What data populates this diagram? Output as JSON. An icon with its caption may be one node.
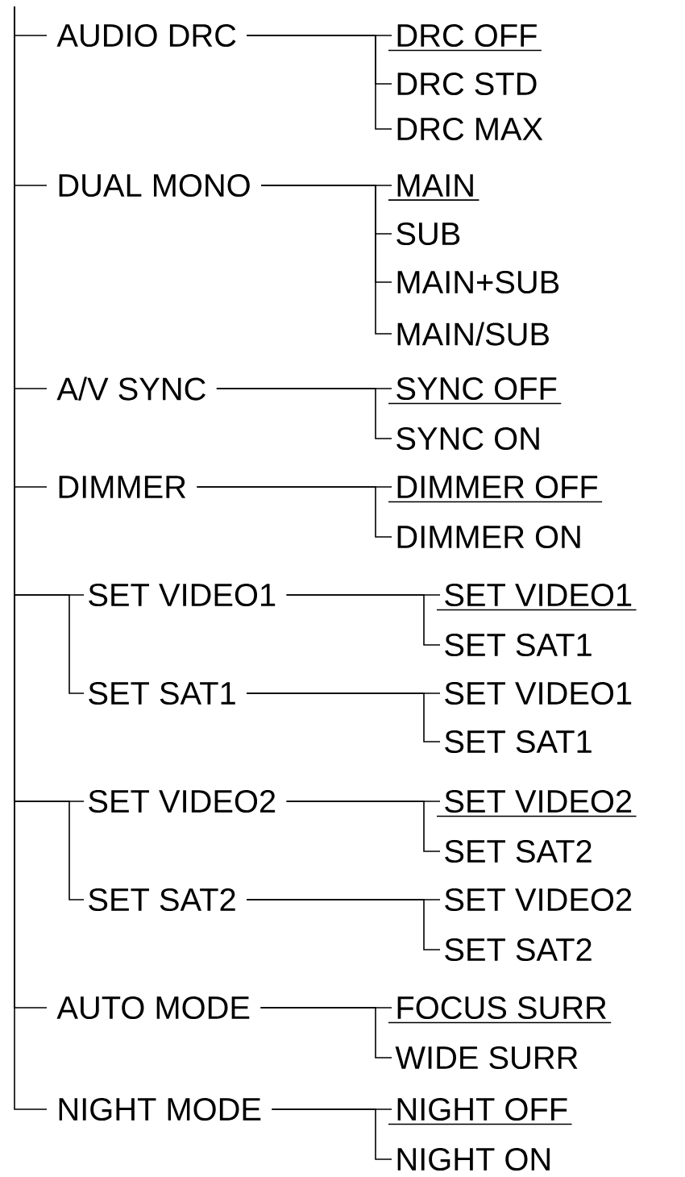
{
  "diagram": {
    "nodes": [
      {
        "text": [
          "AUDIO DRC"
        ]
      },
      {
        "text": [
          "DRC OFF"
        ]
      },
      {
        "text": [
          "DRC STD"
        ]
      },
      {
        "text": [
          "DRC MAX"
        ]
      },
      {
        "text": [
          "DUAL MONO"
        ]
      },
      {
        "text": [
          "MAIN"
        ]
      },
      {
        "text": [
          "SUB"
        ]
      },
      {
        "text": [
          "MAIN+SUB"
        ]
      },
      {
        "text": [
          "MAIN/SUB"
        ]
      },
      {
        "text": [
          "A/V SYNC"
        ]
      },
      {
        "text": [
          "SYNC OFF"
        ]
      },
      {
        "text": [
          "SYNC ON"
        ]
      },
      {
        "text": [
          "DIMMER"
        ]
      },
      {
        "text": [
          "DIMMER OFF"
        ]
      },
      {
        "text": [
          "DIMMER ON"
        ]
      },
      {
        "text": [
          "SET VIDEO1"
        ]
      },
      {
        "text": [
          "SET VIDEO1"
        ]
      },
      {
        "text": [
          "SET SAT1"
        ]
      },
      {
        "text": [
          "SET SAT1"
        ]
      },
      {
        "text": [
          "SET VIDEO1"
        ]
      },
      {
        "text": [
          "SET SAT1"
        ]
      },
      {
        "text": [
          "SET VIDEO2"
        ]
      },
      {
        "text": [
          "SET VIDEO2"
        ]
      },
      {
        "text": [
          "SET SAT2"
        ]
      },
      {
        "text": [
          "SET SAT2"
        ]
      },
      {
        "text": [
          "SET VIDEO2"
        ]
      },
      {
        "text": [
          "SET SAT2"
        ]
      },
      {
        "text": [
          "AUTO MODE"
        ]
      },
      {
        "text": [
          "FOCUS SURR"
        ]
      },
      {
        "text": [
          "WIDE SURR"
        ]
      },
      {
        "text": [
          "NIGHT MODE"
        ]
      },
      {
        "text": [
          "NIGHT OFF"
        ]
      },
      {
        "text": [
          "NIGHT ON"
        ]
      }
    ],
    "edges": [
      {
        "from": null,
        "to": 0,
        "arrow": "none"
      },
      {
        "from": 0,
        "to": 1,
        "arrow": "none"
      },
      {
        "from": 0,
        "to": 2,
        "arrow": "none"
      },
      {
        "from": 0,
        "to": 3,
        "arrow": "none"
      },
      {
        "from": null,
        "to": 4,
        "arrow": "none"
      },
      {
        "from": 4,
        "to": 5,
        "arrow": "none"
      },
      {
        "from": 4,
        "to": 6,
        "arrow": "none"
      },
      {
        "from": 4,
        "to": 7,
        "arrow": "none"
      },
      {
        "from": 4,
        "to": 8,
        "arrow": "none"
      },
      {
        "from": null,
        "to": 9,
        "arrow": "none"
      },
      {
        "from": 9,
        "to": 10,
        "arrow": "none"
      },
      {
        "from": 9,
        "to": 11,
        "arrow": "none"
      },
      {
        "from": null,
        "to": 12,
        "arrow": "none"
      },
      {
        "from": 12,
        "to": 13,
        "arrow": "none"
      },
      {
        "from": 12,
        "to": 14,
        "arrow": "none"
      },
      {
        "from": null,
        "to": 15,
        "arrow": "none"
      },
      {
        "from": 15,
        "to": 16,
        "arrow": "none"
      },
      {
        "from": 15,
        "to": 17,
        "arrow": "none"
      },
      {
        "from": null,
        "to": 18,
        "arrow": "none"
      },
      {
        "from": 18,
        "to": 19,
        "arrow": "none"
      },
      {
        "from": 18,
        "to": 20,
        "arrow": "none"
      },
      {
        "from": null,
        "to": 21,
        "arrow": "none"
      },
      {
        "from": 21,
        "to": 22,
        "arrow": "none"
      },
      {
        "from": 21,
        "to": 23,
        "arrow": "none"
      },
      {
        "from": null,
        "to": 24,
        "arrow": "none"
      },
      {
        "from": 24,
        "to": 25,
        "arrow": "none"
      },
      {
        "from": 24,
        "to": 26,
        "arrow": "none"
      },
      {
        "from": null,
        "to": 27,
        "arrow": "none"
      },
      {
        "from": 27,
        "to": 28,
        "arrow": "none"
      },
      {
        "from": 27,
        "to": 29,
        "arrow": "none"
      },
      {
        "from": null,
        "to": 30,
        "arrow": "none"
      },
      {
        "from": 30,
        "to": 31,
        "arrow": "none"
      },
      {
        "from": 30,
        "to": 32,
        "arrow": "none"
      }
    ]
  }
}
